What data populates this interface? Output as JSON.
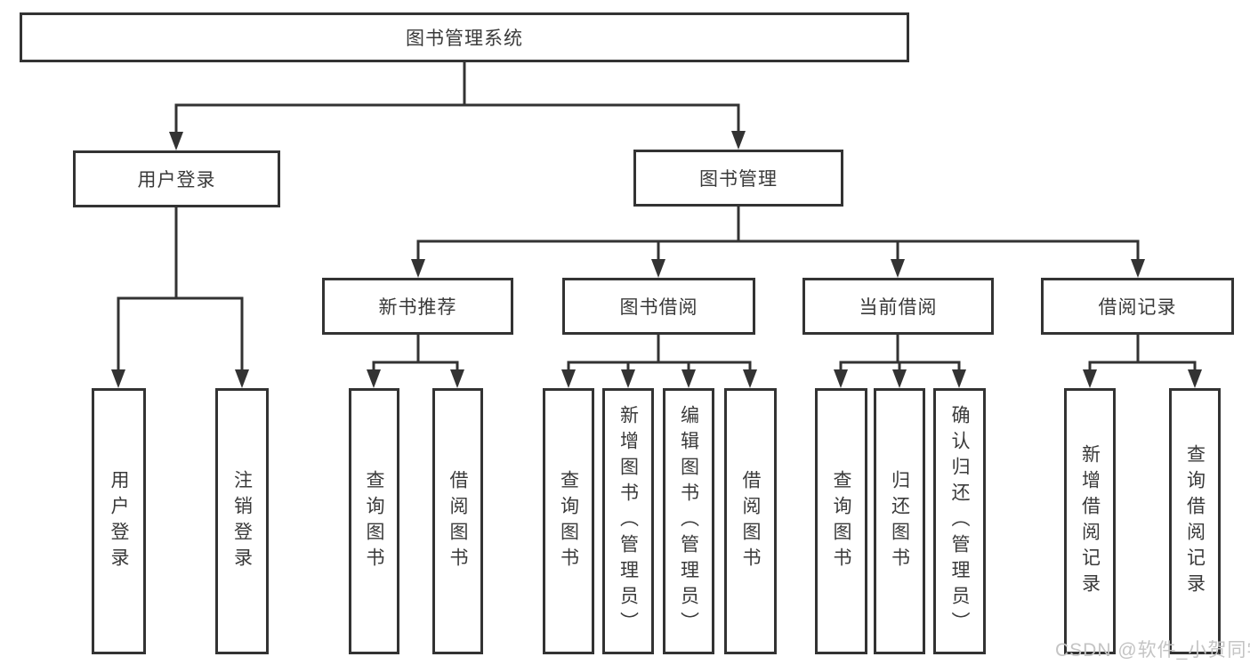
{
  "tree": {
    "root": {
      "label": "图书管理系统",
      "children": [
        {
          "label": "用户登录",
          "children": [
            {
              "label": "用户登录"
            },
            {
              "label": "注销登录"
            }
          ]
        },
        {
          "label": "图书管理",
          "children": [
            {
              "label": "新书推荐",
              "children": [
                {
                  "label": "查询图书"
                },
                {
                  "label": "借阅图书"
                }
              ]
            },
            {
              "label": "图书借阅",
              "children": [
                {
                  "label": "查询图书"
                },
                {
                  "label": "新增图书（管理员）"
                },
                {
                  "label": "编辑图书（管理员）"
                },
                {
                  "label": "借阅图书"
                }
              ]
            },
            {
              "label": "当前借阅",
              "children": [
                {
                  "label": "查询图书"
                },
                {
                  "label": "归还图书"
                },
                {
                  "label": "确认归还（管理员）"
                }
              ]
            },
            {
              "label": "借阅记录",
              "children": [
                {
                  "label": "新增借阅记录"
                },
                {
                  "label": "查询借阅记录"
                }
              ]
            }
          ]
        }
      ]
    }
  },
  "watermark": {
    "text": "CSDN @软件_小贺同学"
  },
  "colors": {
    "line": "#333333",
    "text": "#3a3a3a",
    "watermark": "#c4c4c4"
  }
}
